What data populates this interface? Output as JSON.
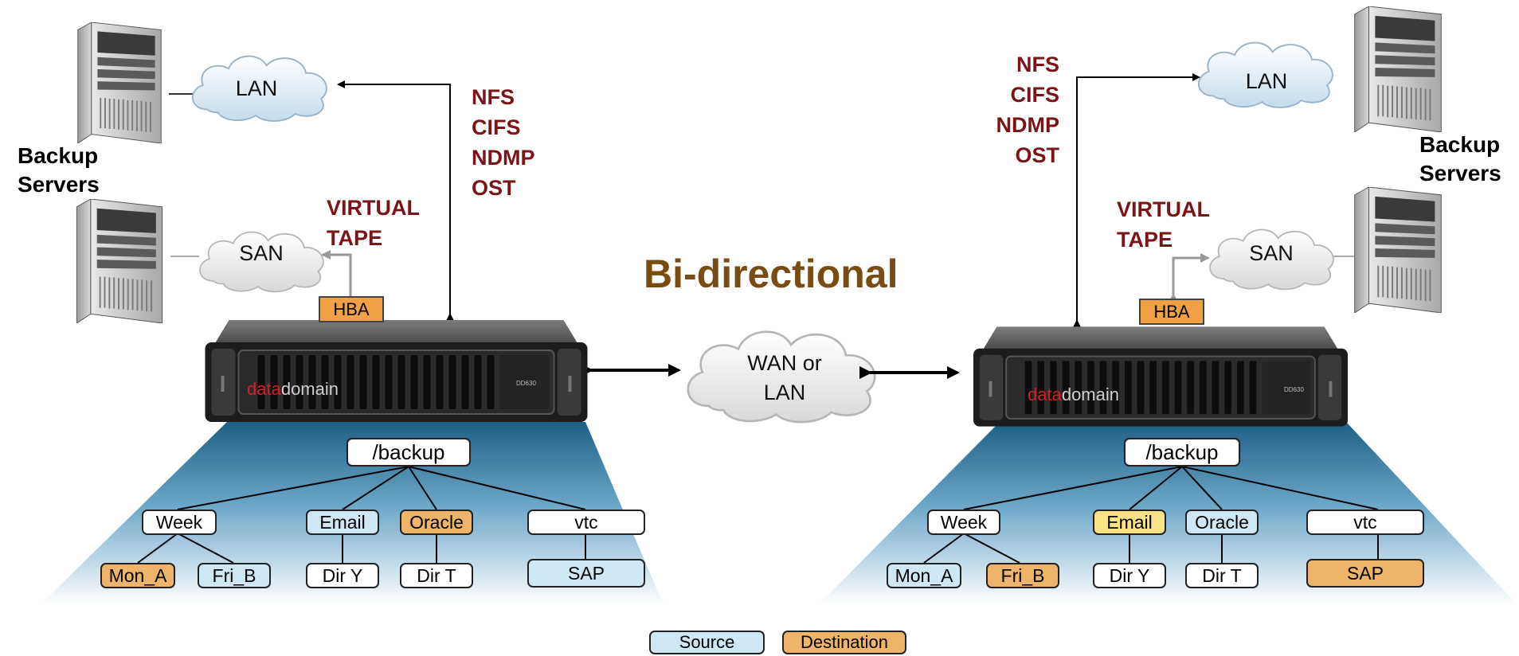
{
  "title": "Bi-directional",
  "left": {
    "backup_servers": [
      "Backup",
      "Servers"
    ],
    "lan": "LAN",
    "san": "SAN",
    "protocols": [
      "NFS",
      "CIFS",
      "NDMP",
      "OST"
    ],
    "virtual_tape": [
      "VIRTUAL",
      "TAPE"
    ],
    "hba": "HBA",
    "appliance_brand": [
      "data",
      "domain"
    ],
    "appliance_model": "DD630",
    "tree": {
      "root": "/backup",
      "week": "Week",
      "email": "Email",
      "oracle": "Oracle",
      "vtc": "vtc",
      "mon": "Mon_A",
      "fri": "Fri_B",
      "diry": "Dir Y",
      "dirt": "Dir T",
      "sap": "SAP"
    }
  },
  "wan": [
    "WAN or",
    "LAN"
  ],
  "right": {
    "backup_servers": [
      "Backup",
      "Servers"
    ],
    "lan": "LAN",
    "san": "SAN",
    "protocols": [
      "NFS",
      "CIFS",
      "NDMP",
      "OST"
    ],
    "virtual_tape": [
      "VIRTUAL",
      "TAPE"
    ],
    "hba": "HBA",
    "appliance_brand": [
      "data",
      "domain"
    ],
    "appliance_model": "DD630",
    "tree": {
      "root": "/backup",
      "week": "Week",
      "email": "Email",
      "oracle": "Oracle",
      "vtc": "vtc",
      "mon": "Mon_A",
      "fri": "Fri_B",
      "diry": "Dir Y",
      "dirt": "Dir T",
      "sap": "SAP"
    }
  },
  "legend": {
    "source": "Source",
    "destination": "Destination"
  },
  "colors": {
    "source": "#cfe6f3",
    "destination": "#edb46a",
    "email_highlight": "#fbe287",
    "protocol_text": "#7b1416",
    "title_text": "#7a4c12",
    "hba": "#f0a045"
  }
}
